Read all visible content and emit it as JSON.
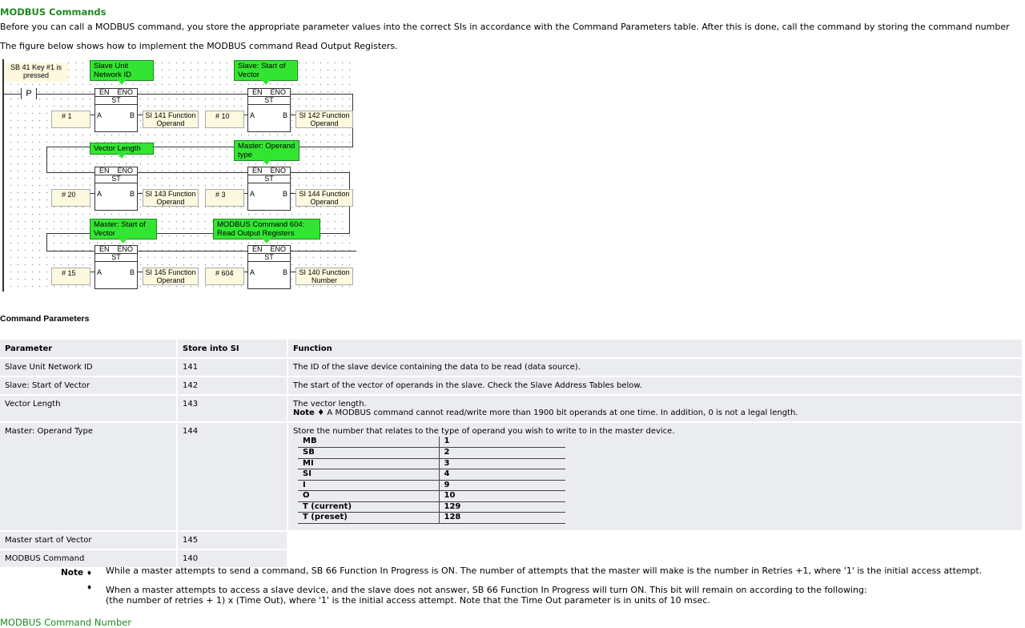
{
  "heading": "MODBUS Commands",
  "intro": "Before you can call a MODBUS command, you store the appropriate parameter values into the correct SIs in accordance with the Command Parameters table. After this is done, call the command by storing the command number",
  "figure_intro": "The figure below shows how to implement the MODBUS command Read Output Registers.",
  "ladder": {
    "condition_label": "SB 41  Key #1 is pressed",
    "contact": "P",
    "block": {
      "en": "EN",
      "eno": "ENO",
      "op": "ST",
      "a": "A",
      "b": "B"
    },
    "rungs": [
      {
        "left": {
          "callout": "Slave Unit Network ID",
          "input": "# 1",
          "output": "SI 141 Function Operand"
        },
        "right": {
          "callout": "Slave: Start of Vector",
          "input": "# 10",
          "output": "SI 142 Function Operand"
        }
      },
      {
        "left": {
          "callout": "Vector Length",
          "input": "# 20",
          "output": "SI 143 Function Operand"
        },
        "right": {
          "callout": "Master: Operand type",
          "input": "# 3",
          "output": "SI 144 Function Operand"
        }
      },
      {
        "left": {
          "callout": "Master: Start of Vector",
          "input": "# 15",
          "output": "SI 145 Function Operand"
        },
        "right": {
          "callout": "MODBUS Command 604: Read Output Registers",
          "input": "# 604",
          "output": "SI 140 Function Number"
        }
      }
    ]
  },
  "params": {
    "title": "Command Parameters",
    "headers": [
      "Parameter",
      "Store into SI",
      "Function"
    ],
    "rows": [
      {
        "param": "Slave Unit Network ID",
        "si": "141",
        "func": "The ID of the slave device containing the data to be read (data source)."
      },
      {
        "param": "Slave: Start of Vector",
        "si": "142",
        "func": "The start of the vector of operands in the slave. Check the Slave Address Tables below."
      },
      {
        "param": "Vector Length",
        "si": "143",
        "func": "The vector length.",
        "note_label": "Note ♦",
        "note": " A MODBUS command cannot read/write more than 1900 bit operands at one time. In addition, 0 is not a legal length."
      },
      {
        "param": "Master: Operand Type",
        "si": "144",
        "func": "Store the number that relates to the type of operand you wish to write to in the master device."
      },
      {
        "param": "Master start of Vector",
        "si": "145"
      },
      {
        "param": "MODBUS Command",
        "si": "140"
      }
    ],
    "operand_types": [
      [
        "MB",
        "1"
      ],
      [
        "SB",
        "2"
      ],
      [
        "MI",
        "3"
      ],
      [
        "SI",
        "4"
      ],
      [
        "I",
        "9"
      ],
      [
        "O",
        "10"
      ],
      [
        "T (current)",
        "129"
      ],
      [
        "T (preset)",
        "128"
      ]
    ]
  },
  "notes": {
    "label": "Note",
    "bullet": "♦",
    "items": [
      "While a master attempts to send a command, SB 66 Function In Progress is ON.  The number of attempts that the master will make is the number in Retries +1, where '1' is the initial access attempt.",
      "When a master attempts to access a slave device, and the slave does not answer, SB 66 Function In Progress will turn ON. This bit will remain on according to the following:",
      "(the number of retries + 1) x (Time Out), where '1' is the initial access attempt. Note that the Time Out parameter is in units of 10 msec."
    ]
  },
  "next_heading": "MODBUS Command Number"
}
